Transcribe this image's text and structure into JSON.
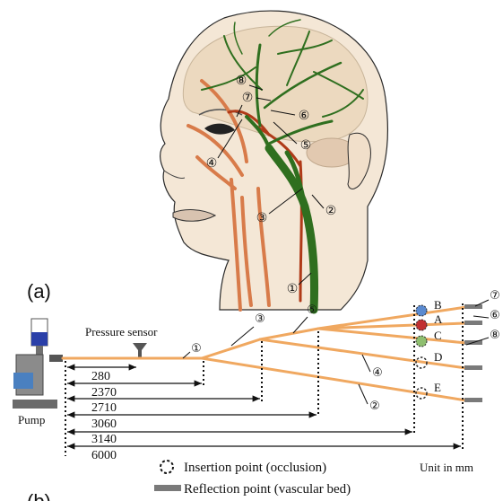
{
  "panels": {
    "a_label": "(a)",
    "b_label": "(b)"
  },
  "head": {
    "vessel_numbers": [
      "①",
      "②",
      "③",
      "④",
      "⑤",
      "⑥",
      "⑦",
      "⑧"
    ]
  },
  "model": {
    "pressure_sensor_label": "Pressure sensor",
    "pump_label": "Pump",
    "segment_numbers": [
      "①",
      "②",
      "③",
      "④",
      "⑤",
      "⑥",
      "⑦",
      "⑧"
    ],
    "points": [
      "A",
      "B",
      "C",
      "D",
      "E"
    ],
    "distances": [
      "280",
      "2370",
      "2710",
      "3060",
      "3140",
      "6000"
    ],
    "unit": "Unit in mm"
  },
  "legend": {
    "insertion": "Insertion point (occlusion)",
    "reflection": "Reflection point (vascular bed)"
  },
  "colors": {
    "tube_orange": "#f0a860",
    "artery_green": "#2f6f1f",
    "artery_red": "#b03a18",
    "marker_blue": "#5a8ad0",
    "marker_red": "#c23030",
    "marker_green": "#8fbf70"
  }
}
